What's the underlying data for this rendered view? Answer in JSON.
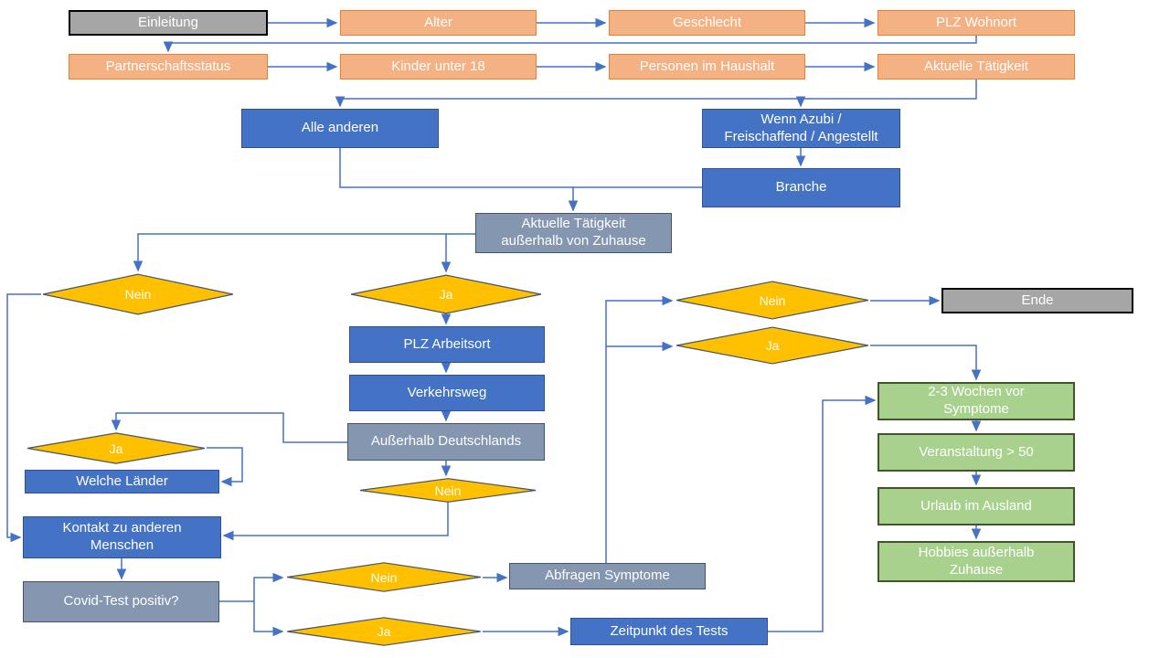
{
  "diagram": {
    "nodes": {
      "einleitung": "Einleitung",
      "alter": "Alter",
      "geschlecht": "Geschlecht",
      "plz_wohnort": "PLZ Wohnort",
      "partnerschaftsstatus": "Partnerschaftsstatus",
      "kinder_unter_18": "Kinder unter 18",
      "personen_im_haushalt": "Personen im Haushalt",
      "aktuelle_taetigkeit": "Aktuelle Tätigkeit",
      "alle_anderen": "Alle anderen",
      "wenn_azubi": "Wenn Azubi /\nFreischaffend / Angestellt",
      "branche": "Branche",
      "taetigkeit_ausserhalb": "Aktuelle Tätigkeit\naußerhalb von Zuhause",
      "plz_arbeitsort": "PLZ Arbeitsort",
      "verkehrsweg": "Verkehrsweg",
      "ausserhalb_deutschlands": "Außerhalb Deutschlands",
      "welche_laender": "Welche Länder",
      "kontakt_menschen": "Kontakt zu anderen\nMenschen",
      "covid_test": "Covid-Test positiv?",
      "abfragen_symptome": "Abfragen Symptome",
      "zeitpunkt_tests": "Zeitpunkt des Tests",
      "ende": "Ende",
      "wochen_vor_symptome": "2-3 Wochen vor\nSymptome",
      "veranstaltung": "Veranstaltung > 50",
      "urlaub_ausland": "Urlaub im Ausland",
      "hobbies": "Hobbies außerhalb\nZuhause"
    },
    "decision_labels": {
      "yes": "Ja",
      "no": "Nein"
    },
    "colors": {
      "orange_fill": "#F4B183",
      "orange_border": "#ED7D31",
      "blue_fill": "#4472C4",
      "blue_border": "#2F528F",
      "grayblue_fill": "#8496B0",
      "grayblue_border": "#44546A",
      "gray_fill": "#A6A6A6",
      "gray_border": "#000000",
      "green_fill": "#A9D18E",
      "green_border": "#41562B",
      "diamond_fill": "#FFC000",
      "diamond_border": "#44546A",
      "connector": "#4472C4",
      "background": "#FFFFFF"
    }
  }
}
